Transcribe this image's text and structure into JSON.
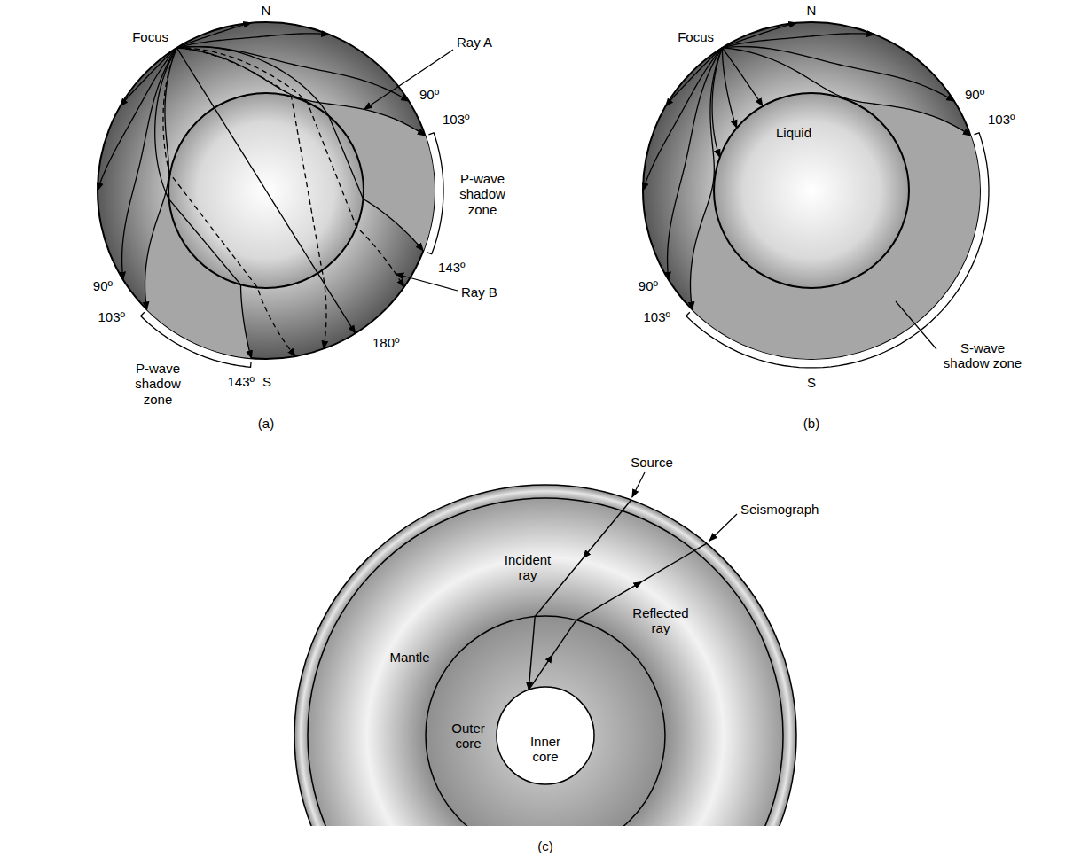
{
  "diagram": {
    "labels": [
      "N",
      "Focus",
      "90º",
      "Ray A",
      "103º",
      "P-wave shadow zone",
      "143º",
      "Ray B",
      "90º",
      "103º",
      "P-wave shadow zone",
      "143º",
      "S",
      "180º",
      "(a)",
      "N",
      "Focus",
      "90º",
      "103º",
      "Liquid",
      "90º",
      "103º",
      "S",
      "S-wave shadow zone",
      "(b)",
      "Source",
      "Incident ray",
      "Seismograph",
      "Mantle",
      "Reflected ray",
      "Outer core",
      "Inner core",
      "(c)"
    ]
  }
}
